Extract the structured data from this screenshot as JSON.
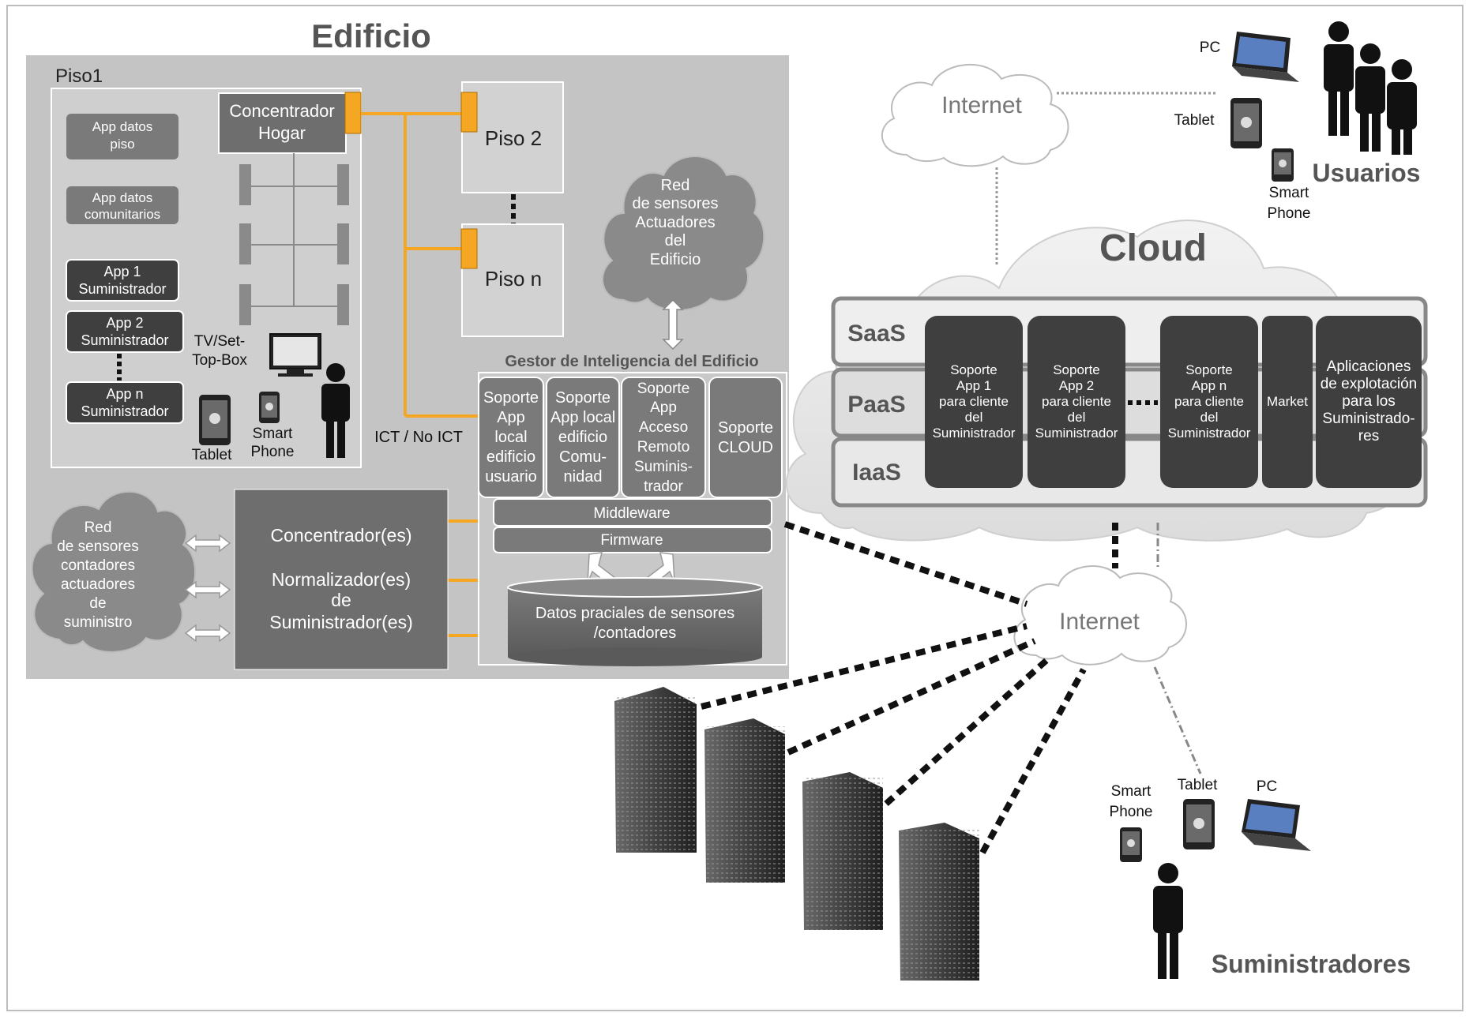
{
  "title": "Edificio",
  "floor1": {
    "label": "Piso1",
    "apps": {
      "datos_piso": [
        "App datos",
        "piso"
      ],
      "datos_comunitarios": [
        "App datos",
        "comunitarios"
      ],
      "app1": [
        "App 1",
        "Suministrador"
      ],
      "app2": [
        "App 2",
        "Suministrador"
      ],
      "appn": [
        "App n",
        "Suministrador"
      ]
    },
    "hub": [
      "Concentrador",
      "Hogar"
    ],
    "tv": [
      "TV/Set-",
      "Top-Box"
    ],
    "tablet": "Tablet",
    "smartphone": [
      "Smart",
      "Phone"
    ]
  },
  "floor2": "Piso 2",
  "floorn": "Piso n",
  "ict": "ICT / No ICT",
  "sensor_cloud_top": [
    "Red",
    "de sensores",
    "Actuadores",
    "del",
    "Edificio"
  ],
  "gestor": {
    "title": "Gestor de Inteligencia del Edificio",
    "modules": [
      [
        "Soporte",
        "App",
        "local",
        "edificio",
        "usuario"
      ],
      [
        "Soporte",
        "App local",
        "edificio",
        "Comu-",
        "nidad"
      ],
      [
        "Soporte",
        "App",
        "Acceso",
        "Remoto",
        "Suminis-",
        "trador"
      ],
      [
        "Soporte",
        "CLOUD"
      ]
    ],
    "middleware": "Middleware",
    "firmware": "Firmware",
    "db": [
      "Datos praciales de sensores",
      "/contadores"
    ]
  },
  "concentrators": {
    "line1": "Concentrador(es)",
    "line2": "Normalizador(es)",
    "line3": "de",
    "line4": "Suministrador(es)"
  },
  "sensor_cloud_left": [
    "Red",
    "de sensores",
    "contadores",
    "actuadores",
    "de",
    "suministro"
  ],
  "internet_top": "Internet",
  "internet_mid": "Internet",
  "users": {
    "pc": "PC",
    "tablet": "Tablet",
    "smartphone": [
      "Smart",
      "Phone"
    ],
    "label": "Usuarios"
  },
  "cloud": {
    "title": "Cloud",
    "layers": [
      "SaaS",
      "PaaS",
      "IaaS"
    ],
    "apps": [
      [
        "Soporte",
        "App 1",
        "para cliente",
        "del",
        "Suministrador"
      ],
      [
        "Soporte",
        "App 2",
        "para cliente",
        "del",
        "Suministrador"
      ],
      [
        "Soporte",
        "App n",
        "para cliente",
        "del",
        "Suministrador"
      ]
    ],
    "market": "Market",
    "exploitation": [
      "Aplicaciones",
      "de explotación",
      "para los",
      "Suministrado-",
      "res"
    ]
  },
  "suppliers": {
    "smartphone": [
      "Smart",
      "Phone"
    ],
    "tablet": "Tablet",
    "pc": "PC",
    "label": "Suministradores"
  },
  "colors": {
    "orange": "#f5a623",
    "dark_box": "#3f3f3f",
    "mid_box": "#6e6e6e"
  }
}
